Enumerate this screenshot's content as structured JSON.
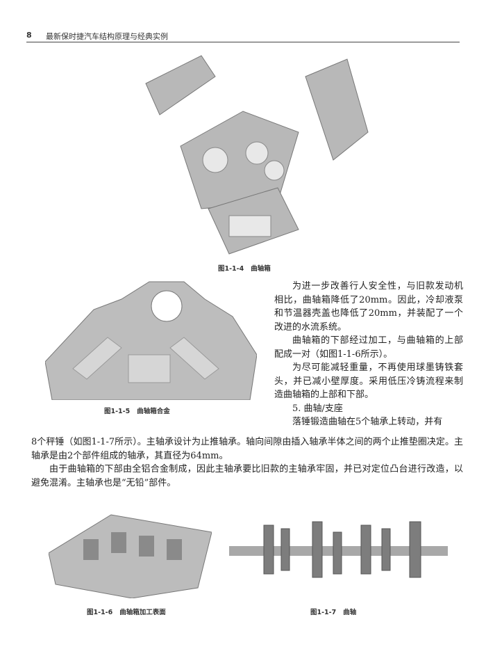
{
  "header": {
    "page_number": "8",
    "book_title": "最新保时捷汽车结构原理与经典实例"
  },
  "figures": [
    {
      "id": "图1-1-4",
      "title": "曲轴箱"
    },
    {
      "id": "图1-1-5",
      "title": "曲轴箱合金"
    },
    {
      "id": "图1-1-6",
      "title": "曲轴箱加工表面"
    },
    {
      "id": "图1-1-7",
      "title": "曲轴"
    }
  ],
  "body": {
    "p1": "为进一步改善行人安全性，与旧款发动机相比，曲轴箱降低了20mm。因此，冷却液泵和节温器壳盖也降低了20mm，并装配了一个改进的水流系统。",
    "p2": "曲轴箱的下部经过加工，与曲轴箱的上部配成一对（如图1-1-6所示）。",
    "p3": "为尽可能减轻重量，不再使用球墨铸铁套头，并已减小壁厚度。采用低压冷铸流程来制造曲轴箱的上部和下部。",
    "section_heading": "5. 曲轴/支座",
    "p4_start": "落锤锻造曲轴在5个轴承上转动，并有",
    "p4_rest": "8个秤锤（如图1-1-7所示）。主轴承设计为止推轴承。轴向间隙由插入轴承半体之间的两个止推垫圈决定。主轴承是由2个部件组成的轴承，其直径为64mm。",
    "p5": "由于曲轴箱的下部由全铝合金制成，因此主轴承要比旧款的主轴承牢固，并已对定位凸台进行改造，以避免混淆。主轴承也是“无铅”部件。"
  }
}
